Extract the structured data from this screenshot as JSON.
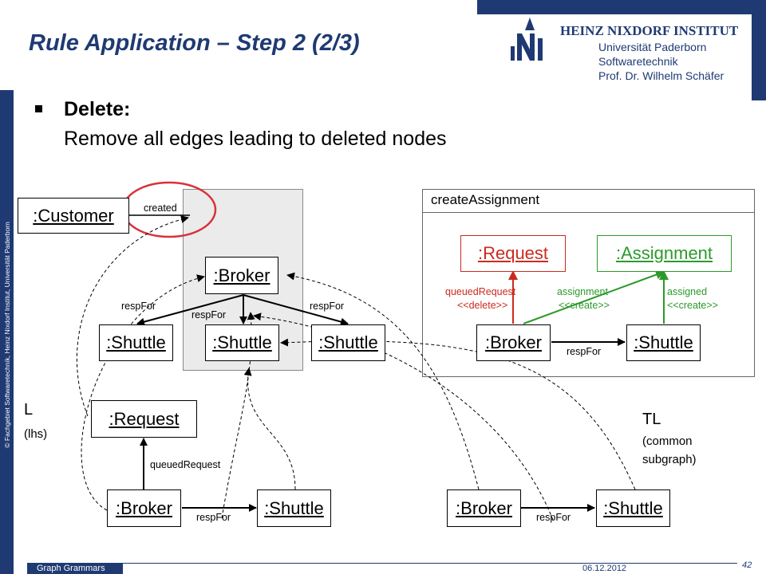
{
  "header": {
    "title": "Rule Application – Step 2 (2/3)",
    "institute": {
      "line1": "HEINZ NIXDORF INSTITUT",
      "line2": "Universität Paderborn",
      "line3": "Softwaretechnik",
      "line4": "Prof. Dr. Wilhelm Schäfer"
    },
    "sidebar_text": "© Fachgebiet Softwaretechnik, Heinz Nixdorf Institut, Universität Paderborn"
  },
  "bullet": {
    "heading": "Delete:",
    "text": "Remove all edges leading to deleted nodes"
  },
  "lhs": {
    "label": "L",
    "sublabel": "(lhs)",
    "nodes": {
      "customer": ":Customer",
      "broker_top": ":Broker",
      "shuttle_left": ":Shuttle",
      "shuttle_mid": ":Shuttle",
      "shuttle_right": ":Shuttle",
      "request": ":Request",
      "broker_bottom": ":Broker",
      "shuttle_bottom": ":Shuttle"
    },
    "edges": {
      "created": "created",
      "respfor_left": "respFor",
      "respfor_mid": "respFor",
      "respfor_right": "respFor",
      "queued": "queuedRequest",
      "respfor_bottom": "respFor"
    }
  },
  "rule": {
    "title": "createAssignment",
    "nodes": {
      "request": ":Request",
      "assignment": ":Assignment",
      "broker": ":Broker",
      "shuttle": ":Shuttle"
    },
    "edges": {
      "queued_name": "queuedRequest",
      "queued_stereo": "<<delete>>",
      "assignment_name": "assignment",
      "assignment_stereo": "<<create>>",
      "assigned_name": "assigned",
      "assigned_stereo": "<<create>>",
      "respfor": "respFor"
    }
  },
  "tl": {
    "label": "TL",
    "sub1": "(common",
    "sub2": "subgraph)",
    "nodes": {
      "broker": ":Broker",
      "shuttle": ":Shuttle"
    },
    "edges": {
      "respfor": "respFor"
    }
  },
  "footer": {
    "left": "Graph Grammars",
    "date": "06.12.2012",
    "page": "42"
  },
  "colors": {
    "brand": "#1f3a73",
    "delete": "#cc2a1f",
    "create": "#2b9a2b",
    "highlight": "#d8323c"
  }
}
